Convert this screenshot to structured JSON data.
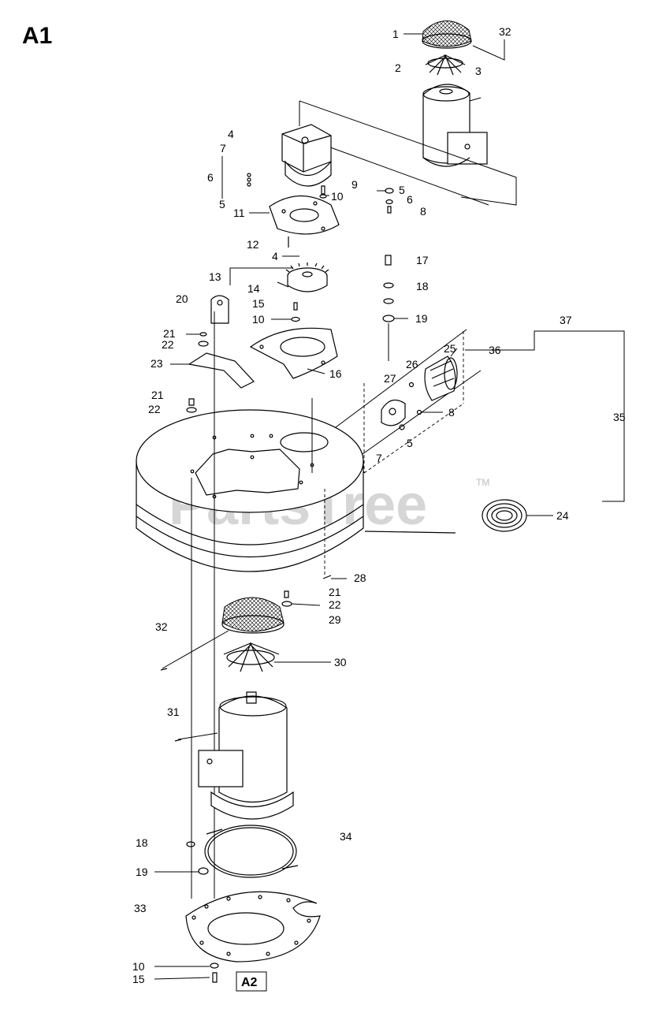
{
  "diagram": {
    "section_title": "A1",
    "page_link": "A2",
    "watermark": "PartsTree",
    "watermark_mark": "TM"
  },
  "callouts": [
    {
      "id": "c1",
      "label": "1"
    },
    {
      "id": "c2",
      "label": "2"
    },
    {
      "id": "c3",
      "label": "3"
    },
    {
      "id": "c32a",
      "label": "32"
    },
    {
      "id": "c4a",
      "label": "4"
    },
    {
      "id": "c7a",
      "label": "7"
    },
    {
      "id": "c6a",
      "label": "6"
    },
    {
      "id": "c5a",
      "label": "5"
    },
    {
      "id": "c9",
      "label": "9"
    },
    {
      "id": "c10a",
      "label": "10"
    },
    {
      "id": "c5b",
      "label": "5"
    },
    {
      "id": "c6b",
      "label": "6"
    },
    {
      "id": "c8a",
      "label": "8"
    },
    {
      "id": "c11",
      "label": "11"
    },
    {
      "id": "c12",
      "label": "12"
    },
    {
      "id": "c4b",
      "label": "4"
    },
    {
      "id": "c13",
      "label": "13"
    },
    {
      "id": "c14",
      "label": "14"
    },
    {
      "id": "c15a",
      "label": "15"
    },
    {
      "id": "c10b",
      "label": "10"
    },
    {
      "id": "c20",
      "label": "20"
    },
    {
      "id": "c21a",
      "label": "21"
    },
    {
      "id": "c22a",
      "label": "22"
    },
    {
      "id": "c23",
      "label": "23"
    },
    {
      "id": "c16",
      "label": "16"
    },
    {
      "id": "c17",
      "label": "17"
    },
    {
      "id": "c18a",
      "label": "18"
    },
    {
      "id": "c19a",
      "label": "19"
    },
    {
      "id": "c37",
      "label": "37"
    },
    {
      "id": "c25",
      "label": "25"
    },
    {
      "id": "c26",
      "label": "26"
    },
    {
      "id": "c27",
      "label": "27"
    },
    {
      "id": "c36",
      "label": "36"
    },
    {
      "id": "c8b",
      "label": "8"
    },
    {
      "id": "c5c",
      "label": "5"
    },
    {
      "id": "c7b",
      "label": "7"
    },
    {
      "id": "c21b",
      "label": "21"
    },
    {
      "id": "c22b",
      "label": "22"
    },
    {
      "id": "c35",
      "label": "35"
    },
    {
      "id": "c24",
      "label": "24"
    },
    {
      "id": "c28",
      "label": "28"
    },
    {
      "id": "c21c",
      "label": "21"
    },
    {
      "id": "c22c",
      "label": "22"
    },
    {
      "id": "c29",
      "label": "29"
    },
    {
      "id": "c32b",
      "label": "32"
    },
    {
      "id": "c30",
      "label": "30"
    },
    {
      "id": "c31",
      "label": "31"
    },
    {
      "id": "c34",
      "label": "34"
    },
    {
      "id": "c18b",
      "label": "18"
    },
    {
      "id": "c19b",
      "label": "19"
    },
    {
      "id": "c33",
      "label": "33"
    },
    {
      "id": "c10c",
      "label": "10"
    },
    {
      "id": "c15b",
      "label": "15"
    }
  ]
}
